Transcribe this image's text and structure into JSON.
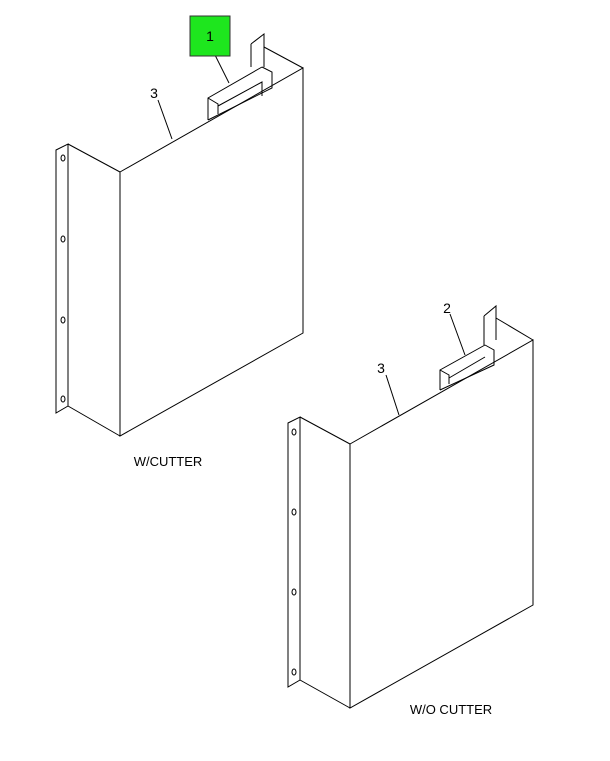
{
  "diagram": {
    "assemblies": [
      {
        "id": "with-cutter",
        "caption": "W/CUTTER",
        "callouts": [
          {
            "number": "1",
            "highlighted": true
          },
          {
            "number": "3",
            "highlighted": false
          }
        ]
      },
      {
        "id": "without-cutter",
        "caption": "W/O CUTTER",
        "callouts": [
          {
            "number": "2",
            "highlighted": false
          },
          {
            "number": "3",
            "highlighted": false
          }
        ]
      }
    ],
    "highlight_color": "#1EE61E"
  }
}
